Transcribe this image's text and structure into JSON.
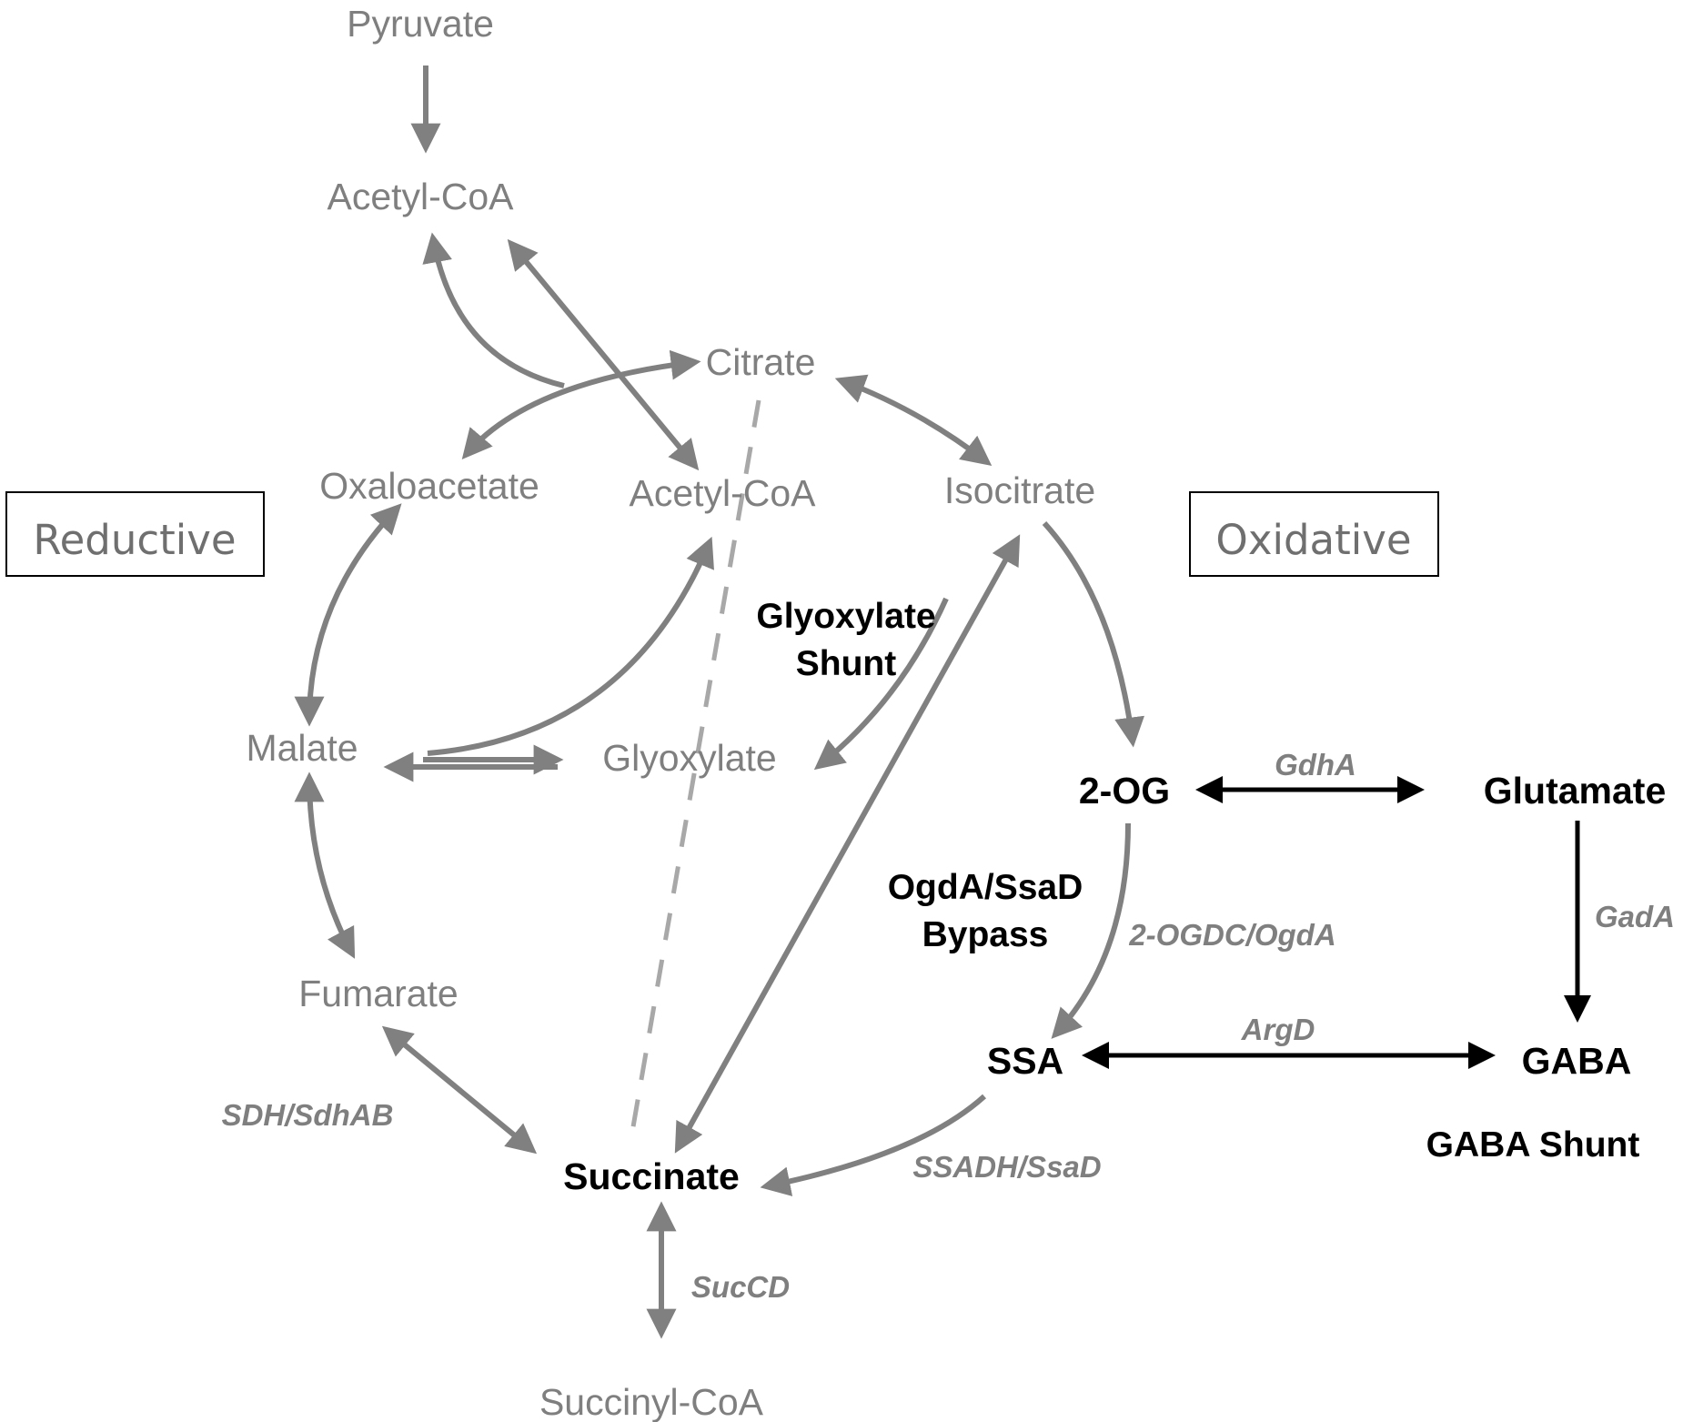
{
  "metabolites": {
    "pyruvate": "Pyruvate",
    "acetyl_coa_top": "Acetyl-CoA",
    "citrate": "Citrate",
    "oxaloacetate": "Oxaloacetate",
    "acetyl_coa_mid": "Acetyl-CoA",
    "isocitrate": "Isocitrate",
    "malate": "Malate",
    "glyoxylate": "Glyoxylate",
    "fumarate": "Fumarate",
    "succinate": "Succinate",
    "succinyl_coa": "Succinyl-CoA",
    "two_og": "2-OG",
    "glutamate": "Glutamate",
    "ssa": "SSA",
    "gaba": "GABA"
  },
  "enzymes": {
    "sdh": "SDH/SdhAB",
    "succd": "SucCD",
    "ssadh": "SSADH/SsaD",
    "ogdc": "2-OGDC/OgdA",
    "gdha": "GdhA",
    "argd": "ArgD",
    "gada": "GadA"
  },
  "pathway_labels": {
    "glyoxylate_shunt_line1": "Glyoxylate",
    "glyoxylate_shunt_line2": "Shunt",
    "bypass_line1": "OgdA/SsaD",
    "bypass_line2": "Bypass",
    "gaba_shunt": "GABA Shunt"
  },
  "boxes": {
    "reductive": "Reductive",
    "oxidative": "Oxidative"
  },
  "colors": {
    "grey": "#808080",
    "black": "#000000"
  }
}
